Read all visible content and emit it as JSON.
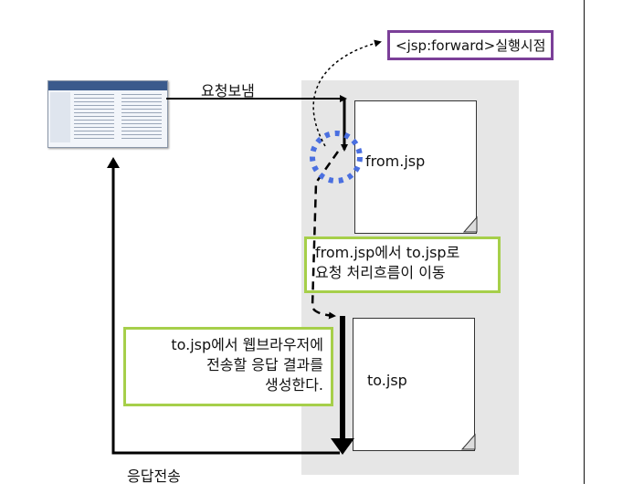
{
  "labels": {
    "forward_callout": "<jsp:forward>실행시점",
    "request_send": "요청보냄",
    "response_send": "응답전송"
  },
  "pages": {
    "from": "from.jsp",
    "to": "to.jsp"
  },
  "notes": {
    "flow_move": [
      "from.jsp에서 to.jsp로",
      "요청 처리흐름이 이동"
    ],
    "generate_response": [
      "to.jsp에서 웹브라우저에",
      "전송할 응답 결과를",
      "생성한다."
    ]
  },
  "colors": {
    "note_border": "#a6cf4a",
    "callout_border": "#7b3f98",
    "highlight_ring": "#4a6fe0",
    "server_area": "#e6e6e6"
  },
  "icons": {
    "browser": "browser-window-thumbnail"
  }
}
